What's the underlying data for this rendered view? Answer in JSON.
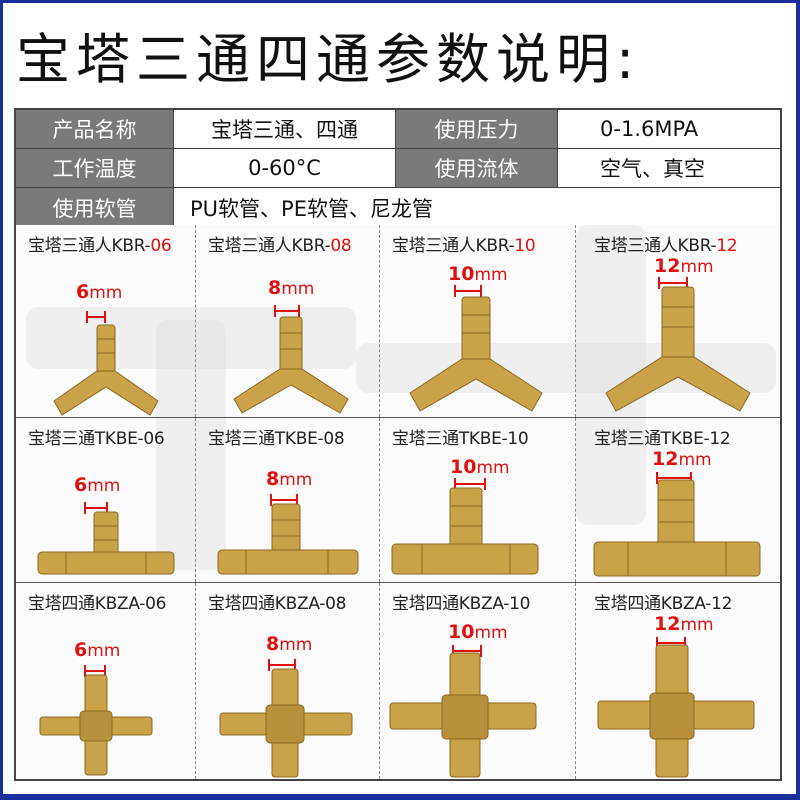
{
  "title": "宝塔三通四通参数说明:",
  "specs": {
    "rows": [
      [
        {
          "label": "产品名称",
          "value": "宝塔三通、四通"
        },
        {
          "label": "使用压力",
          "value": "0-1.6MPA"
        }
      ],
      [
        {
          "label": "工作温度",
          "value": "0-60°C"
        },
        {
          "label": "使用流体",
          "value": "空气、真空"
        }
      ],
      [
        {
          "label": "使用软管",
          "value": "PU软管、PE软管、尼龙管"
        }
      ]
    ]
  },
  "colors": {
    "frame": "#1b2f9c",
    "label_bg": "#7a7a7a",
    "accent_red": "#e01010",
    "brass": "#c9a24a"
  },
  "products": {
    "y_type": [
      {
        "prefix": "宝塔三通人KBR-",
        "size_code": "06",
        "dim_num": "6",
        "dim_unit": "mm",
        "shape": "y-fitting-icon"
      },
      {
        "prefix": "宝塔三通人KBR-",
        "size_code": "08",
        "dim_num": "8",
        "dim_unit": "mm",
        "shape": "y-fitting-icon"
      },
      {
        "prefix": "宝塔三通人KBR-",
        "size_code": "10",
        "dim_num": "10",
        "dim_unit": "mm",
        "shape": "y-fitting-icon"
      },
      {
        "prefix": "宝塔三通人KBR-",
        "size_code": "12",
        "dim_num": "12",
        "dim_unit": "mm",
        "shape": "y-fitting-icon"
      }
    ],
    "t_type": [
      {
        "prefix": "宝塔三通TKBE-",
        "size_code": "06",
        "dim_num": "6",
        "dim_unit": "mm",
        "shape": "t-fitting-icon"
      },
      {
        "prefix": "宝塔三通TKBE-",
        "size_code": "08",
        "dim_num": "8",
        "dim_unit": "mm",
        "shape": "t-fitting-icon"
      },
      {
        "prefix": "宝塔三通TKBE-",
        "size_code": "10",
        "dim_num": "10",
        "dim_unit": "mm",
        "shape": "t-fitting-icon"
      },
      {
        "prefix": "宝塔三通TKBE-",
        "size_code": "12",
        "dim_num": "12",
        "dim_unit": "mm",
        "shape": "t-fitting-icon"
      }
    ],
    "cross_type": [
      {
        "prefix": "宝塔四通KBZA-",
        "size_code": "06",
        "dim_num": "6",
        "dim_unit": "mm",
        "shape": "cross-fitting-icon"
      },
      {
        "prefix": "宝塔四通KBZA-",
        "size_code": "08",
        "dim_num": "8",
        "dim_unit": "mm",
        "shape": "cross-fitting-icon"
      },
      {
        "prefix": "宝塔四通KBZA-",
        "size_code": "10",
        "dim_num": "10",
        "dim_unit": "mm",
        "shape": "cross-fitting-icon"
      },
      {
        "prefix": "宝塔四通KBZA-",
        "size_code": "12",
        "dim_num": "12",
        "dim_unit": "mm",
        "shape": "cross-fitting-icon"
      }
    ]
  }
}
